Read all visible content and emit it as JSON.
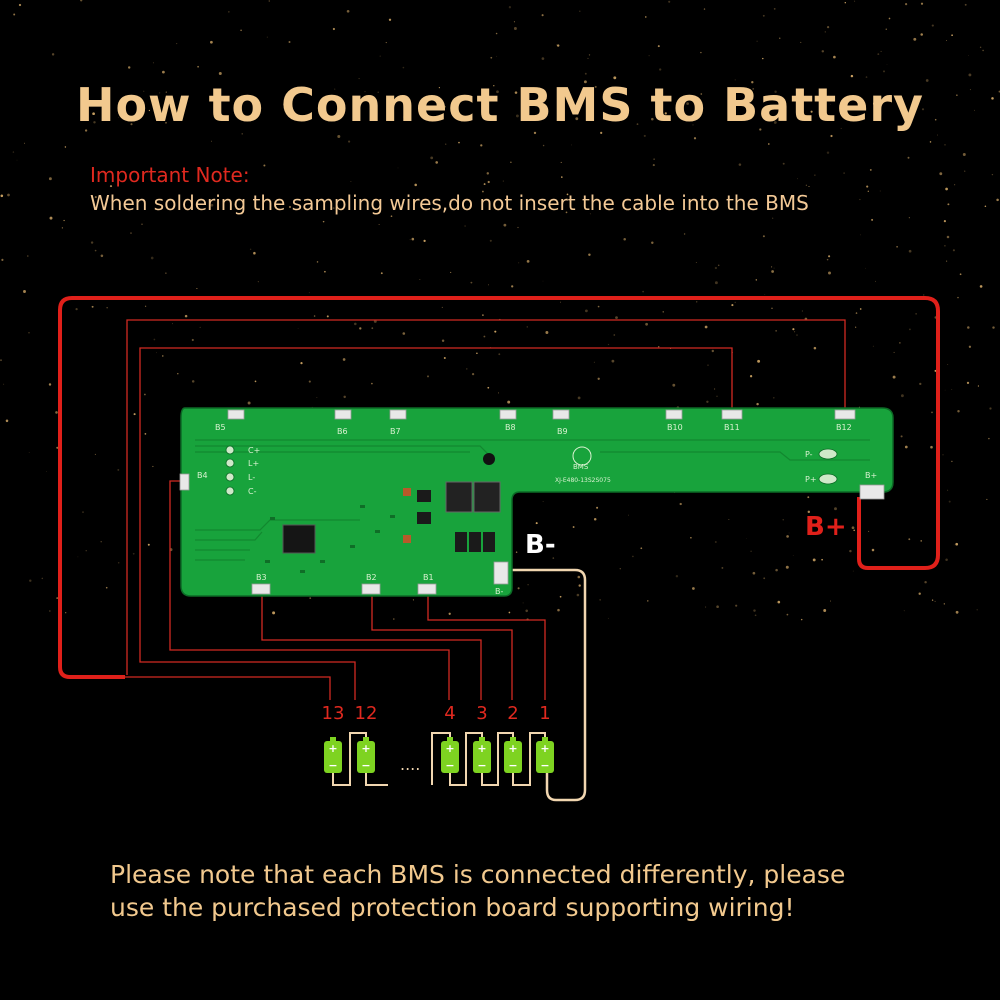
{
  "title": "How to Connect BMS to Battery",
  "note": {
    "heading": "Important Note:",
    "body": "When soldering the sampling wires,do not insert the cable into the BMS"
  },
  "footer": {
    "line1": "Please note that each BMS is connected differently, please",
    "line2": "use the purchased protection board supporting wiring!"
  },
  "terminals": {
    "b_minus": "B-",
    "b_plus": "B+"
  },
  "pcb": {
    "pad_labels": [
      "B5",
      "B6",
      "B7",
      "B8",
      "B9",
      "B10",
      "B11",
      "B12",
      "B4",
      "B3",
      "B2",
      "B1"
    ],
    "header_labels": [
      "C+",
      "L+",
      "L-",
      "C-"
    ],
    "right_labels": [
      "P-",
      "P+",
      "B+"
    ],
    "bminus_pad": "B-",
    "logo": "BMS",
    "part_no": "XJ-E480-13S2S075"
  },
  "cell_numbers": [
    "13",
    "12",
    "4",
    "3",
    "2",
    "1"
  ],
  "ellipsis": "....",
  "cell_symbols": {
    "plus": "+",
    "minus": "−"
  },
  "colors": {
    "title": "#f2c98e",
    "note_heading": "#e0291f",
    "text": "#f3c996",
    "wire_red": "#e0201a",
    "wire_sense": "#d12a22",
    "wire_black": "#f1d6b0",
    "pcb_green": "#18a33c",
    "cell_green": "#7ed321",
    "b_plus_label": "#e0201a"
  }
}
